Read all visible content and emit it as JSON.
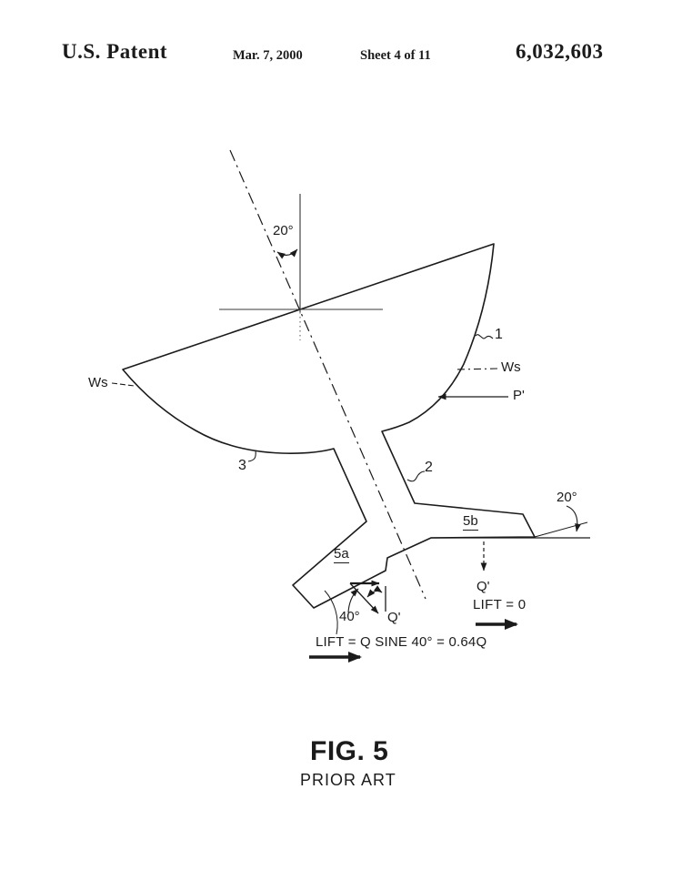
{
  "header": {
    "title": "U.S. Patent",
    "date": "Mar. 7, 2000",
    "sheet": "Sheet 4 of 11",
    "patent_number": "6,032,603"
  },
  "annotations": {
    "ws_left": "Ws",
    "ws_right": "Ws",
    "p_prime": "P'",
    "ref_1": "1",
    "ref_2": "2",
    "ref_3": "3",
    "ref_5a": "5a",
    "ref_5b": "5b",
    "angle_top": "20°",
    "angle_right": "20°",
    "angle_40": "40°",
    "q_left": "Q'",
    "q_right": "Q'",
    "lift_zero": "LIFT = 0",
    "lift_formula": "LIFT = Q SINE 40° = 0.64Q"
  },
  "figure": {
    "label": "FIG. 5",
    "subtitle": "PRIOR ART"
  },
  "colors": {
    "ink": "#1b1b1b",
    "paper": "#ffffff"
  }
}
